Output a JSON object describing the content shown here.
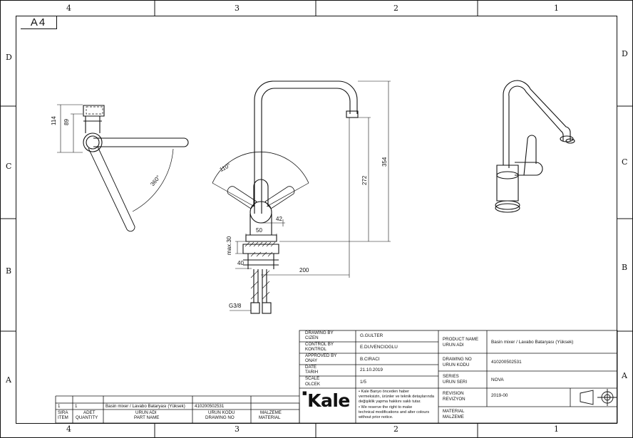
{
  "sheet_size": "A4",
  "zones": {
    "columns": [
      "4",
      "3",
      "2",
      "1"
    ],
    "rows": [
      "D",
      "C",
      "B",
      "A"
    ]
  },
  "dimensions": {
    "d114": "114",
    "d89": "89",
    "d360": "360°",
    "d110": "110°",
    "d354": "354",
    "d272": "272",
    "d42": "42",
    "d50": "50",
    "dmax30": "max.30",
    "d40": "40",
    "d200": "200",
    "thread": "G3/8"
  },
  "title_block": {
    "drawing_by_label": "DRAWING BY",
    "drawing_by_label_tr": "CIZEN",
    "drawing_by": "G.GULTER",
    "control_by_label": "CONTROL BY",
    "control_by_label_tr": "KONTROL",
    "control_by": "E.DUVENCIOGLU",
    "approved_by_label": "APPROVED BY",
    "approved_by_label_tr": "ONAY",
    "approved_by": "B.CIRACI",
    "date_label": "DATE",
    "date_label_tr": "TARIH",
    "date": "21.10.2019",
    "scale_label": "SCALE",
    "scale_label_tr": "OLCEK",
    "scale": "1/5",
    "product_name_label": "PRODUCT NAME",
    "product_name_label_tr": "URUN ADI",
    "product_name": "Basin mixer / Lavabo Bataryası (Yüksek)",
    "drawing_no_label": "DRAWING NO",
    "drawing_no_label_tr": "URUN KODU",
    "drawing_no": "410200502531",
    "series_label": "SERIES",
    "series_label_tr": "URUN SERI",
    "series": "NOVA",
    "revision_label": "REVISION",
    "revision_label_tr": "REVIZYON",
    "revision": "2019-00",
    "material_label": "MATERIAL",
    "material_label_tr": "MALZEME",
    "logo": "Kale",
    "note_lines": [
      "• Kale Banyo önceden haber",
      "vermeksizin, ürünler ve teknik detaylarında",
      "değişiklik yapma hakkını saklı tutar.",
      "• We reserve the right to make",
      "technical modifications and alter colours",
      "without prior notice."
    ]
  },
  "parts_list": {
    "row": {
      "item": "1",
      "quantity": "1",
      "part_name": "Basin mixer / Lavabo Bataryası (Yüksek)",
      "drawing_no": "410200502531",
      "material": ""
    },
    "headers": {
      "item": "SIRA",
      "item_en": "ITEM",
      "quantity": "ADET",
      "quantity_en": "QUANTITY",
      "part_name": "URUN ADI",
      "part_name_en": "PART NAME",
      "drawing_no": "URUN KODU",
      "drawing_no_en": "DRAWING NO",
      "material": "MALZEME",
      "material_en": "MATERIAL"
    }
  }
}
